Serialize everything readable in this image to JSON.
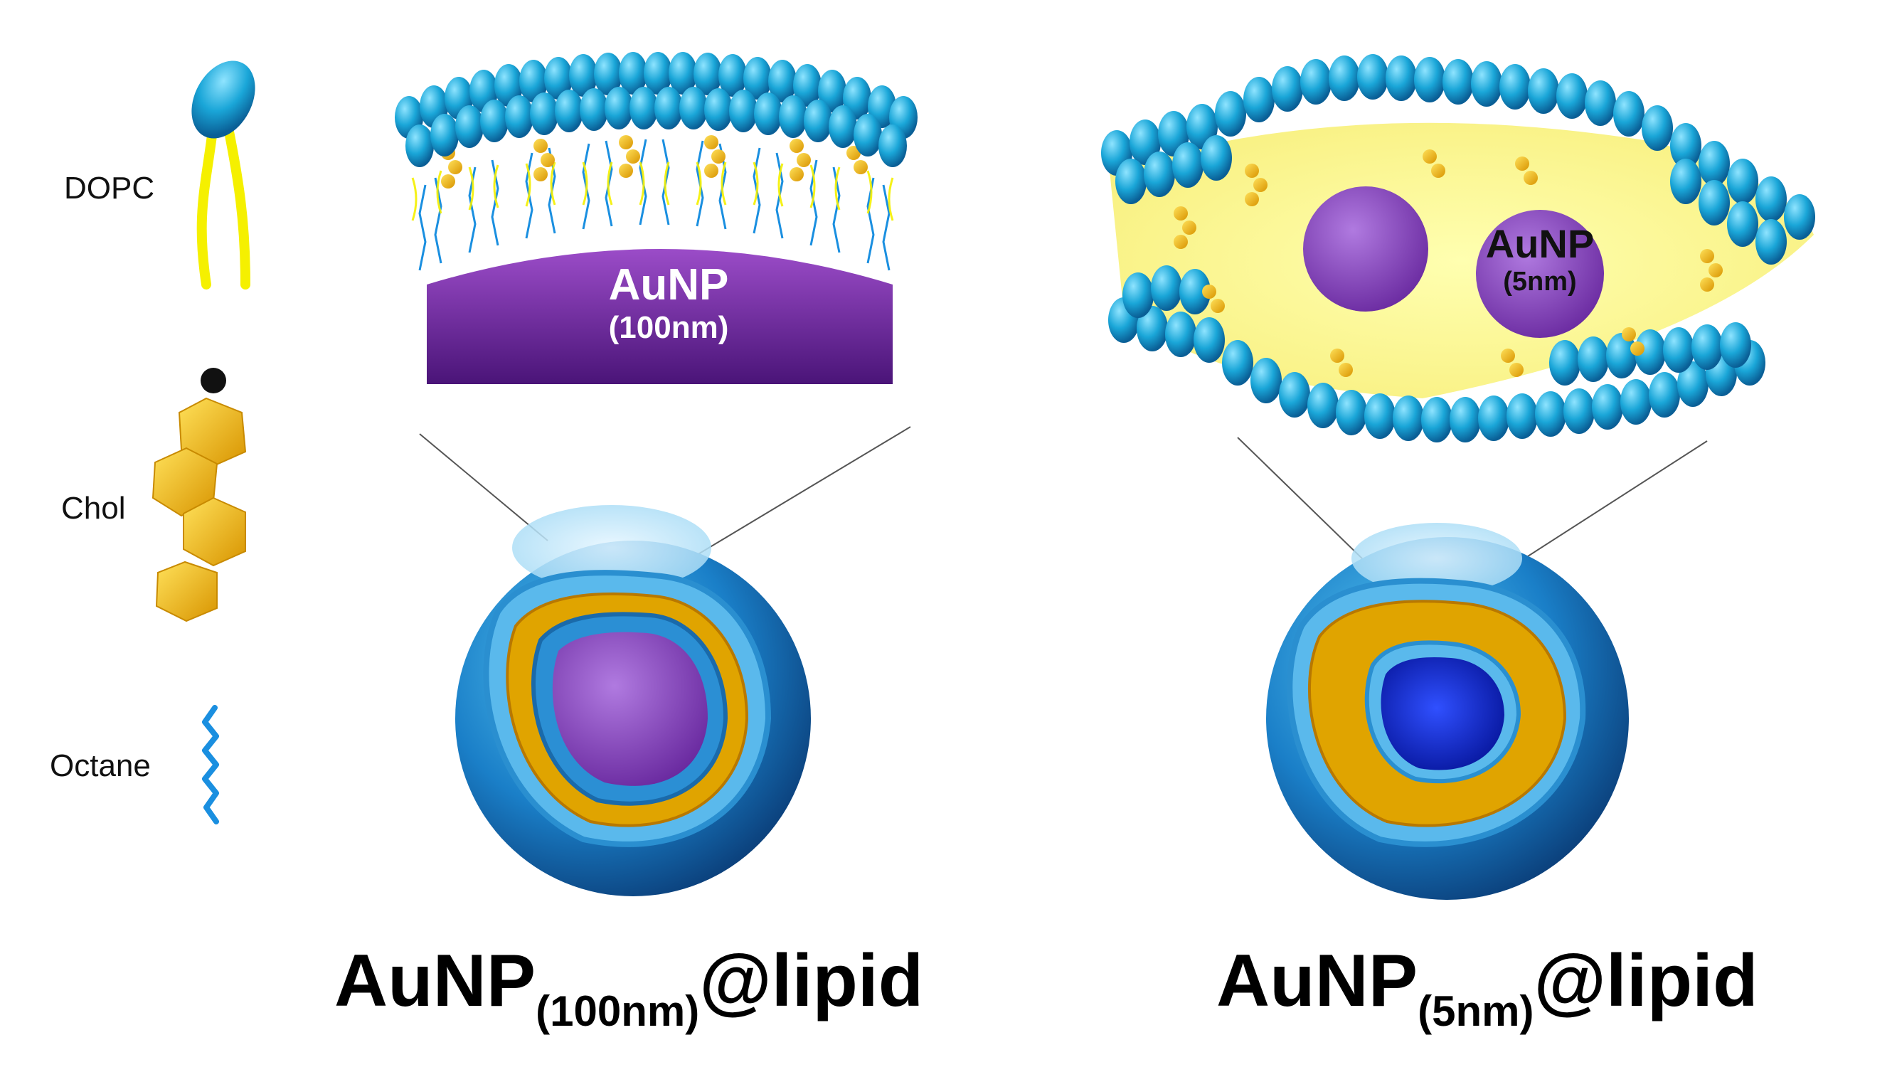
{
  "legend": {
    "dopc_label": "DOPC",
    "chol_label": "Chol",
    "octane_label": "Octane"
  },
  "panel_large": {
    "core_label": "AuNP",
    "core_size": "(100nm)",
    "title_main": "AuNP",
    "title_sub": "(100nm)",
    "title_suffix": "@lipid"
  },
  "panel_small": {
    "core_label": "AuNP",
    "core_size": "(5nm)",
    "title_main": "AuNP",
    "title_sub": "(5nm)",
    "title_suffix": "@lipid"
  },
  "colors": {
    "lipid_head": "#1aa6d8",
    "lipid_head_dark": "#0b6fa8",
    "lipid_tail": "#f5f000",
    "cholesterol": "#f2b705",
    "octane": "#1a8fe0",
    "aunp_core": "#7a2ea8",
    "aunp_core_blue": "#1630d8"
  }
}
